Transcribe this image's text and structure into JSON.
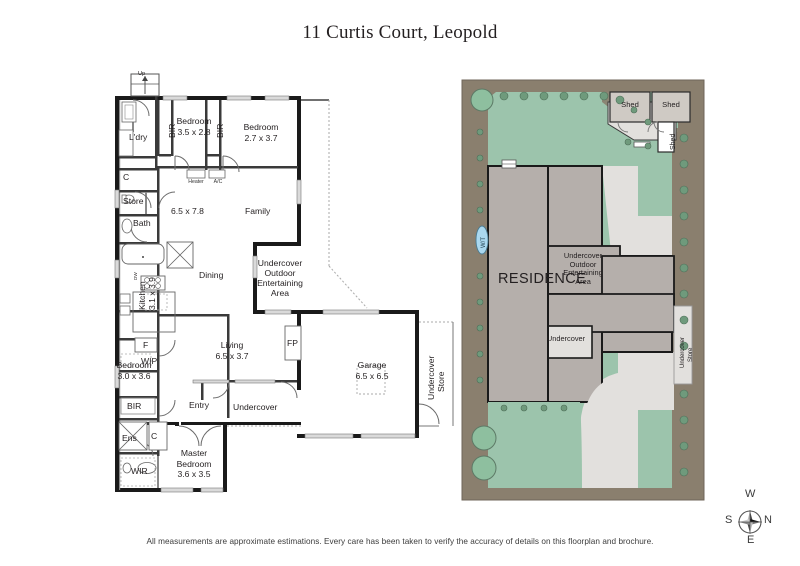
{
  "page": {
    "title": "11 Curtis Court, Leopold",
    "disclaimer": "All measurements are approximate estimations. Every care has been taken to verify the accuracy of details on this floorplan and brochure."
  },
  "colors": {
    "wall": "#1a1a1a",
    "lawn": "#9cc4ac",
    "garden_bed": "#8a7f6e",
    "residence_fill": "#b5afab",
    "paving": "#e2e0dd",
    "water_tank": "#aad8ef",
    "text": "#231f20"
  },
  "floorplan": {
    "name": "ground-floor-plan",
    "stair_label": "Up",
    "rooms": [
      {
        "id": "laundry",
        "label": "L'dry",
        "dims": ""
      },
      {
        "id": "cupboard-1",
        "label": "C",
        "dims": ""
      },
      {
        "id": "store",
        "label": "Store",
        "dims": ""
      },
      {
        "id": "bir-1",
        "label": "BIR",
        "dims": ""
      },
      {
        "id": "bedroom-2",
        "label": "Bedroom",
        "dims": "3.5 x 2.8"
      },
      {
        "id": "bir-2",
        "label": "BIR",
        "dims": ""
      },
      {
        "id": "bedroom-3",
        "label": "Bedroom",
        "dims": "2.7 x 3.7"
      },
      {
        "id": "family",
        "label": "Family",
        "dims": "6.5 x 7.8"
      },
      {
        "id": "bath",
        "label": "Bath",
        "dims": ""
      },
      {
        "id": "kitchen",
        "label": "Kitchen",
        "dims": "3.1 x 3.9"
      },
      {
        "id": "dining",
        "label": "Dining",
        "dims": ""
      },
      {
        "id": "wip",
        "label": "WIP",
        "dims": ""
      },
      {
        "id": "fridge",
        "label": "F",
        "dims": ""
      },
      {
        "id": "dishwasher",
        "label": "DW",
        "dims": ""
      },
      {
        "id": "bedroom-4",
        "label": "Bedroom",
        "dims": "3.0 x 3.6"
      },
      {
        "id": "bir-3",
        "label": "BIR",
        "dims": ""
      },
      {
        "id": "cupboard-2",
        "label": "C",
        "dims": ""
      },
      {
        "id": "ensuite",
        "label": "Ens",
        "dims": ""
      },
      {
        "id": "wir",
        "label": "WIR",
        "dims": ""
      },
      {
        "id": "master-bedroom",
        "label": "Master Bedroom",
        "dims": "3.6 x 3.5"
      },
      {
        "id": "living",
        "label": "Living",
        "dims": "6.5 x 3.7"
      },
      {
        "id": "fireplace",
        "label": "FP",
        "dims": ""
      },
      {
        "id": "entry",
        "label": "Entry",
        "dims": ""
      },
      {
        "id": "undercover",
        "label": "Undercover",
        "dims": ""
      },
      {
        "id": "garage",
        "label": "Garage",
        "dims": "6.5 x 6.5"
      },
      {
        "id": "undercover-store",
        "label": "Undercover Store",
        "dims": ""
      },
      {
        "id": "outdoor-area",
        "label": "Undercover Outdoor Entertaining Area",
        "dims": ""
      }
    ],
    "labels": {
      "ldry": "L'dry",
      "c1": "C",
      "store": "Store",
      "bir1": "BIR",
      "bir2": "BIR",
      "bir3": "BIR",
      "bedroom2_name": "Bedroom",
      "bedroom2_dims": "3.5 x 2.8",
      "bedroom3_name": "Bedroom",
      "bedroom3_dims": "2.7 x 3.7",
      "heater": "Heater",
      "ac": "A/C",
      "family_dims": "6.5 x 7.8",
      "family_name": "Family",
      "bath": "Bath",
      "kitchen": "Kitchen",
      "kitchen_dims": "3.1 x 3.9",
      "dw": "DW",
      "f": "F",
      "wip": "WIP",
      "dining": "Dining",
      "outdoor_l1": "Undercover",
      "outdoor_l2": "Outdoor",
      "outdoor_l3": "Entertaining",
      "outdoor_l4": "Area",
      "bedroom4_name": "Bedroom",
      "bedroom4_dims": "3.0 x 3.6",
      "c2": "C",
      "ens": "Ens",
      "wir": "WIR",
      "master_l1": "Master",
      "master_l2": "Bedroom",
      "master_dims": "3.6 x 3.5",
      "living_name": "Living",
      "living_dims": "6.5 x 3.7",
      "fp": "FP",
      "entry": "Entry",
      "undercover": "Undercover",
      "garage_name": "Garage",
      "garage_dims": "6.5 x 6.5",
      "ucstore_l1": "Undercover",
      "ucstore_l2": "Store",
      "up": "Up"
    }
  },
  "siteplan": {
    "name": "site-plan",
    "labels": {
      "residence": "RESIDENCE",
      "shed1": "Shed",
      "shed2": "Shed",
      "shed3": "Shed",
      "water_tank": "W/T",
      "outdoor_l1": "Undercover",
      "outdoor_l2": "Outdoor",
      "outdoor_l3": "Entertaining",
      "outdoor_l4": "Area",
      "undercover": "Undercover",
      "ucstore_l1": "Undercover",
      "ucstore_l2": "Store"
    }
  },
  "compass": {
    "name": "compass-rose",
    "north": "N",
    "south": "S",
    "east": "E",
    "west": "W"
  }
}
